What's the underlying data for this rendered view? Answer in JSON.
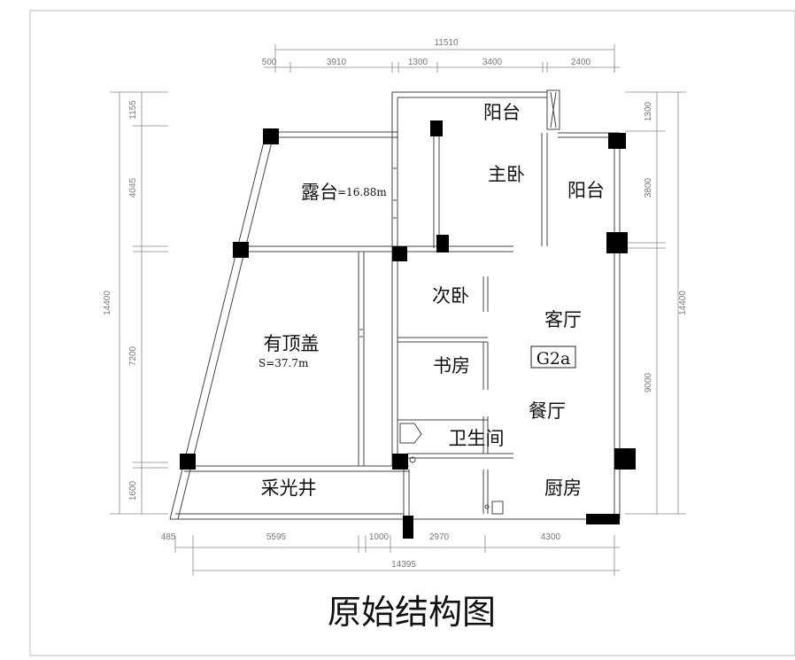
{
  "title": "原始结构图",
  "label_g2a": "G2a",
  "rooms": {
    "balcony_top": "阳台",
    "master_bedroom": "主卧",
    "balcony_right": "阳台",
    "terrace": "露台",
    "terrace_area": "=16.88m",
    "second_bedroom": "次卧",
    "living_room": "客厅",
    "covered": "有顶盖",
    "covered_area": "S=37.7m",
    "study": "书房",
    "dining_room": "餐厅",
    "bathroom": "卫生间",
    "lightwell": "采光井",
    "kitchen": "厨房"
  },
  "dims_top": {
    "total": "11510",
    "seg1": "500",
    "seg2": "3910",
    "seg3": "1300",
    "seg4": "3400",
    "seg5": "2400"
  },
  "dims_bottom": {
    "seg1": "485",
    "seg2": "5595",
    "seg3": "1000",
    "seg4": "2970",
    "seg5": "4300",
    "total": "14395"
  },
  "dims_left": {
    "total": "14400",
    "seg1": "1155",
    "seg2": "4045",
    "seg3": "7200",
    "seg4": "1600"
  },
  "dims_right": {
    "total": "14400",
    "seg1": "1300",
    "seg2": "3800",
    "seg3": "9000"
  }
}
